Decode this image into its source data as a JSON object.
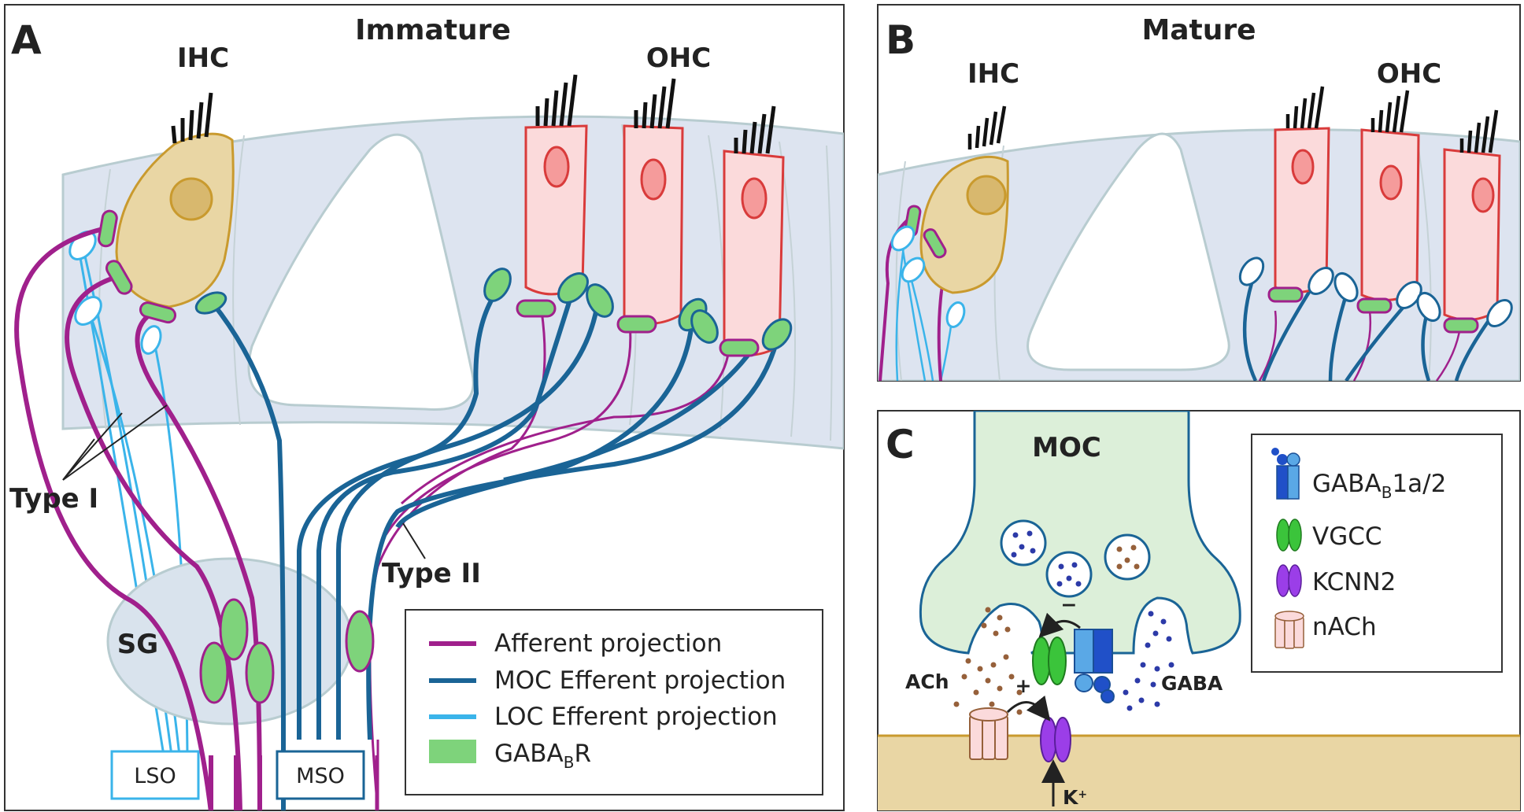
{
  "panels": {
    "a": {
      "letter": "A",
      "title": "Immature",
      "ihc": "IHC",
      "ohc": "OHC",
      "type1": "Type I",
      "type2": "Type II",
      "sg": "SG",
      "lso": "LSO",
      "mso": "MSO"
    },
    "b": {
      "letter": "B",
      "title": "Mature",
      "ihc": "IHC",
      "ohc": "OHC"
    },
    "c": {
      "letter": "C",
      "moc": "MOC",
      "ach": "ACh",
      "gaba": "GABA",
      "plus": "+",
      "minus": "−",
      "k_main": "K",
      "k_sup": "+"
    }
  },
  "legend_a": {
    "items": [
      {
        "text": "Afferent projection",
        "color": "#a0208c"
      },
      {
        "text": "MOC Efferent projection",
        "color": "#1a6496"
      },
      {
        "text": "LOC Efferent projection",
        "color": "#3ab4ea"
      }
    ],
    "gaba": {
      "main": "GABA",
      "sub": "B",
      "tail": "R",
      "color": "#7ed37b"
    }
  },
  "legend_c": {
    "gaba": {
      "main": "GABA",
      "sub": "B",
      "tail": "1a/2"
    },
    "vgcc": "VGCC",
    "kcnn2": "KCNN2",
    "nach": "nACh"
  },
  "colors": {
    "afferent": "#a0208c",
    "moc": "#1a6496",
    "loc": "#3ab4ea",
    "gabab": "#7ed37b",
    "ihc_fill": "#e9d6a4",
    "ohc_fill": "#fbdadb",
    "tissue": "#dde4f0",
    "sg_fill": "#d9e3ed",
    "terminal_fill": "#dcefd9",
    "postsyn": "#e9d6a4"
  }
}
